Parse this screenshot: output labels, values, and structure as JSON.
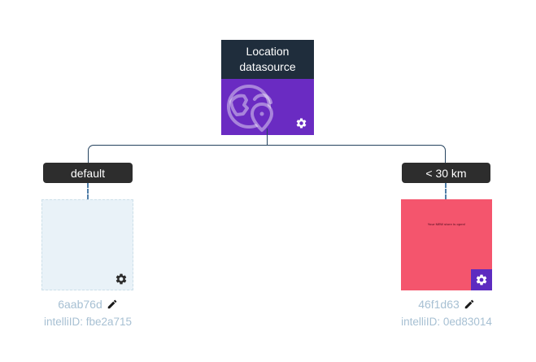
{
  "tree": {
    "root": {
      "title": "Location datasource",
      "icons": [
        "globe-location-icon",
        "gear-icon"
      ]
    },
    "branches": [
      {
        "label": "default",
        "hash": "6aab76d",
        "intelli_id": "intelliID: fbe2a715",
        "card_type": "empty-placeholder"
      },
      {
        "label": "< 30 km",
        "hash": "46f1d63",
        "intelli_id": "intelliID: 0ed83014",
        "card_type": "notification-preview",
        "card_text": "Your NEW store is open!"
      }
    ]
  },
  "colors": {
    "root_header": "#1f2d3c",
    "root_body_purple": "#6a2bc2",
    "gear_chip_purple": "#5d2bc0",
    "branch_pill": "#2d2d2d",
    "default_card_bg": "#e9f2f8",
    "distance_card_bg": "#f4556d",
    "connector": "#24425e",
    "dashed_connector": "#4f7ea8",
    "caption_text": "#a7c0d3"
  }
}
